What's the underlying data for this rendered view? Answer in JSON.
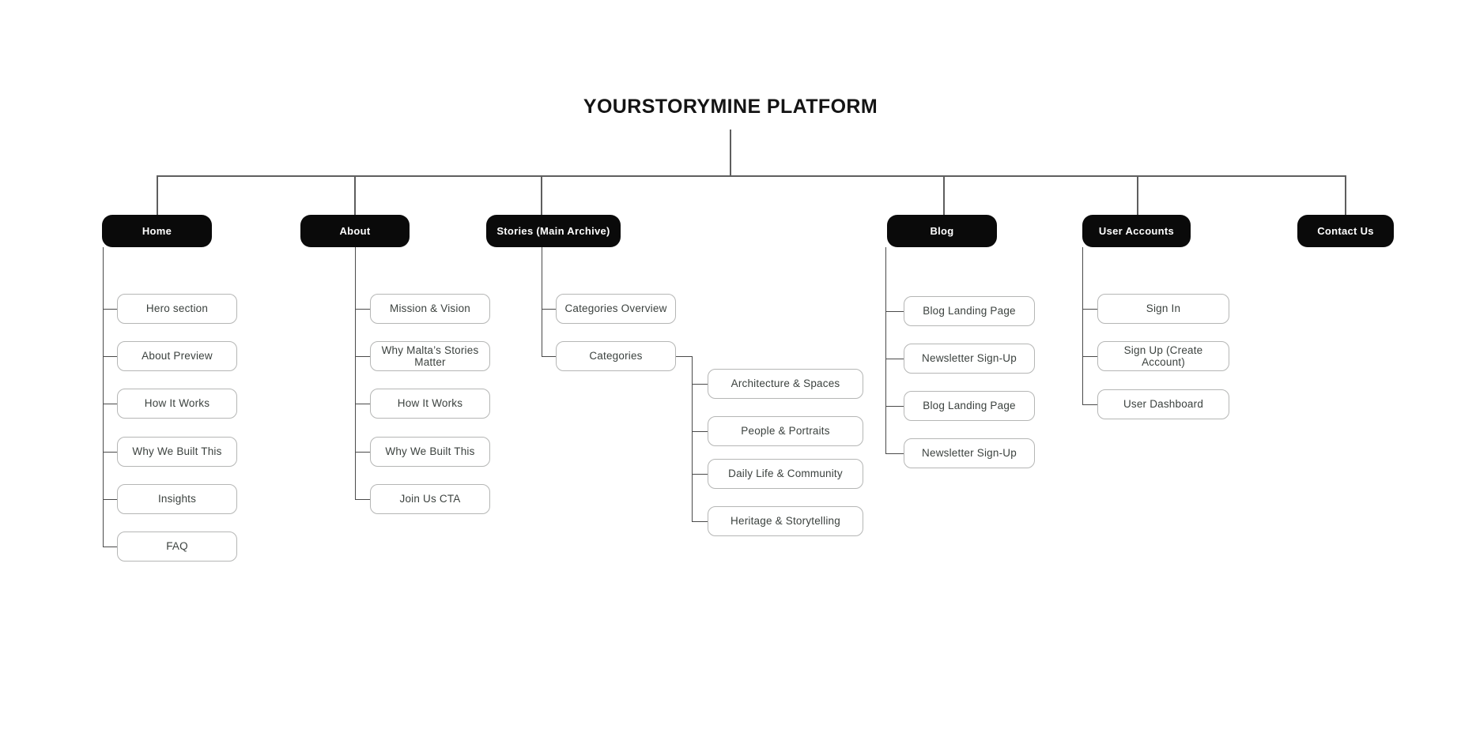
{
  "title": "YOURSTORYMINE PLATFORM",
  "colors": {
    "primary_node_fill": "#0a0a0a",
    "primary_node_text": "#ffffff",
    "leaf_border": "#b5b6b5",
    "leaf_text": "#3b413e",
    "connector": "#5e5e5e"
  },
  "sections": [
    {
      "label": "Home",
      "children": [
        "Hero section",
        "About Preview",
        "How It Works",
        "Why We Built This",
        "Insights",
        "FAQ"
      ]
    },
    {
      "label": "About",
      "children": [
        "Mission & Vision",
        "Why Malta’s Stories Matter",
        "How It Works",
        "Why We Built This",
        "Join Us CTA"
      ]
    },
    {
      "label": "Stories (Main Archive)",
      "children": [
        "Categories Overview",
        "Categories"
      ],
      "sub_children": [
        "Architecture & Spaces",
        "People & Portraits",
        "Daily Life & Community",
        "Heritage & Storytelling"
      ]
    },
    {
      "label": "Blog",
      "children": [
        "Blog Landing Page",
        "Newsletter Sign-Up",
        "Blog Landing Page",
        "Newsletter Sign-Up"
      ]
    },
    {
      "label": "User Accounts",
      "children": [
        "Sign In",
        "Sign Up (Create Account)",
        "User Dashboard"
      ]
    },
    {
      "label": "Contact Us",
      "children": []
    }
  ]
}
